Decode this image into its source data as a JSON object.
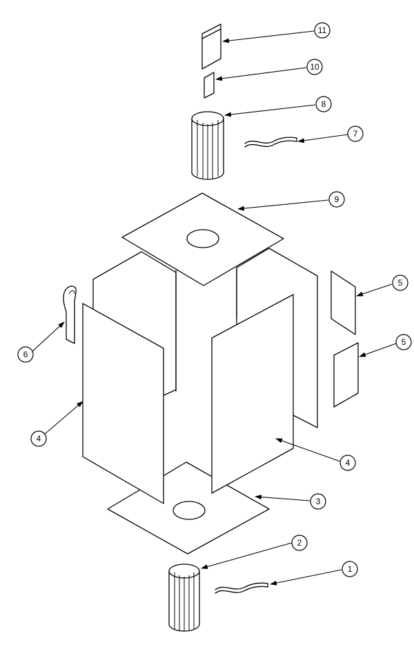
{
  "callouts": [
    {
      "id": "c1",
      "label": "1"
    },
    {
      "id": "c2",
      "label": "2"
    },
    {
      "id": "c3",
      "label": "3"
    },
    {
      "id": "c4a",
      "label": "4"
    },
    {
      "id": "c4b",
      "label": "4"
    },
    {
      "id": "c5a",
      "label": "5"
    },
    {
      "id": "c5b",
      "label": "5"
    },
    {
      "id": "c6",
      "label": "6"
    },
    {
      "id": "c7",
      "label": "7"
    },
    {
      "id": "c8",
      "label": "8"
    },
    {
      "id": "c9",
      "label": "9"
    },
    {
      "id": "c10",
      "label": "10"
    },
    {
      "id": "c11",
      "label": "11"
    }
  ]
}
